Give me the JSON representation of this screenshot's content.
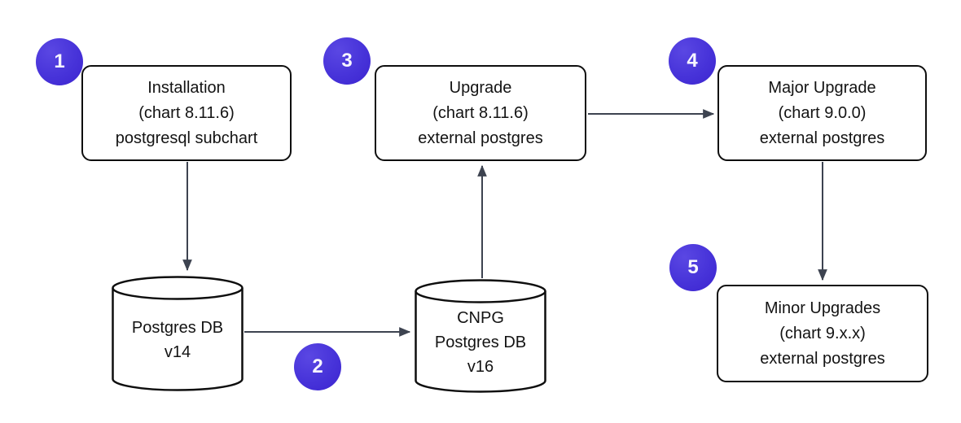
{
  "diagram": {
    "badges": {
      "step1": "1",
      "step2": "2",
      "step3": "3",
      "step4": "4",
      "step5": "5"
    },
    "nodes": {
      "installation": {
        "line1": "Installation",
        "line2": "(chart 8.11.6)",
        "line3": "postgresql subchart"
      },
      "upgrade": {
        "line1": "Upgrade",
        "line2": "(chart 8.11.6)",
        "line3": "external postgres"
      },
      "major_upgrade": {
        "line1": "Major Upgrade",
        "line2": "(chart 9.0.0)",
        "line3": "external postgres"
      },
      "minor_upgrades": {
        "line1": "Minor Upgrades",
        "line2": "(chart 9.x.x)",
        "line3": "external postgres"
      },
      "db_v14": {
        "line1": "Postgres DB",
        "line2": "v14"
      },
      "db_v16": {
        "line1": "CNPG",
        "line2": "Postgres DB",
        "line3": "v16"
      }
    },
    "colors": {
      "badge": "#4733d9",
      "arrow": "#3d4350",
      "node_border": "#0e0e0e",
      "background": "#ffffff",
      "text": "#131313"
    }
  }
}
